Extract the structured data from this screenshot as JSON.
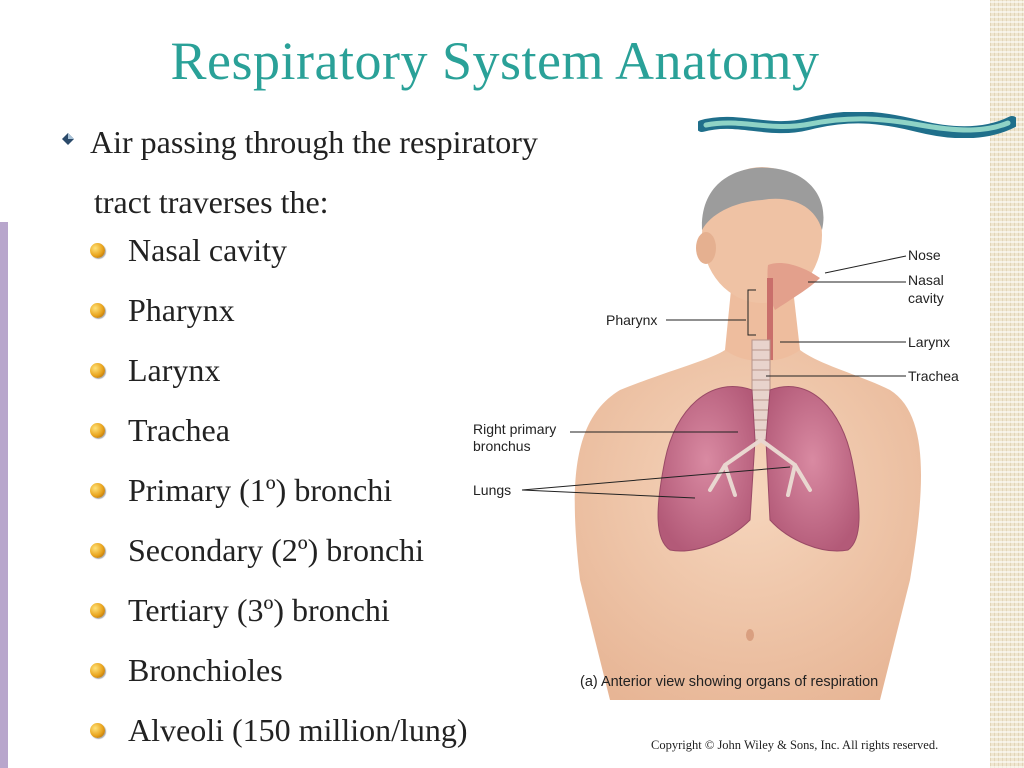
{
  "slide": {
    "title": "Respiratory System Anatomy",
    "lead_line_1": "Air passing through the respiratory",
    "lead_line_2": "tract traverses the:",
    "items": [
      "Nasal cavity",
      "Pharynx",
      "Larynx",
      "Trachea",
      "Primary (1º) bronchi",
      "Secondary (2º) bronchi",
      "Tertiary (3º) bronchi",
      "Bronchioles",
      "Alveoli (150 million/lung)"
    ],
    "copyright": "Copyright © John Wiley & Sons, Inc. All rights reserved."
  },
  "figure": {
    "labels": {
      "nose": "Nose",
      "nasal_1": "Nasal",
      "nasal_2": "cavity",
      "pharynx": "Pharynx",
      "larynx": "Larynx",
      "trachea": "Trachea",
      "rpb_1": "Right primary",
      "rpb_2": "bronchus",
      "lungs": "Lungs"
    },
    "caption": "(a) Anterior view showing organs of respiration"
  },
  "colors": {
    "title": "#2aa198",
    "accent_bar": "#b8a6cc",
    "bullet": "#e8a31c",
    "lung": "#c66f8a",
    "skin": "#f2c9ac"
  }
}
